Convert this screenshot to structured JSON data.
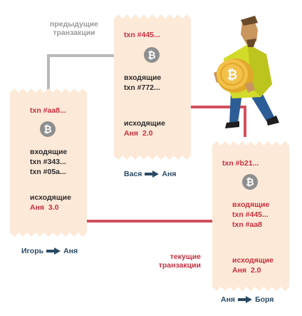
{
  "labels": {
    "previous_transactions": [
      "предыдущие",
      "транзакции"
    ],
    "current_transactions": [
      "текущие",
      "транзакции"
    ]
  },
  "receipts": {
    "middle": {
      "txn": "txn #445...",
      "inputs_label": "входящие",
      "inputs": [
        "txn #772..."
      ],
      "outputs_label": "исходящие",
      "output": "Аня  2.0",
      "from": "Вася",
      "to": "Аня"
    },
    "left": {
      "txn": "txn #aa8...",
      "inputs_label": "входящие",
      "inputs": [
        "txn #343...",
        "txn #05a..."
      ],
      "outputs_label": "исходящие",
      "output": "Аня  3.0",
      "from": "Игорь",
      "to": "Аня"
    },
    "right": {
      "txn": "txn #b21...",
      "inputs_label": "входящие",
      "inputs": [
        "txn #445...",
        "txn #aa8"
      ],
      "outputs_label": "исходящие",
      "output": "Аня  2.0",
      "from": "Аня",
      "to": "Боря"
    }
  },
  "coin_symbol": "₿",
  "colors": {
    "receipt_bg": "#fde9d8",
    "accent_red": "#c6303d",
    "arrow_gray": "#b9b9b9",
    "arrow_red": "#d2505c",
    "caption_blue": "#2b4a63"
  }
}
